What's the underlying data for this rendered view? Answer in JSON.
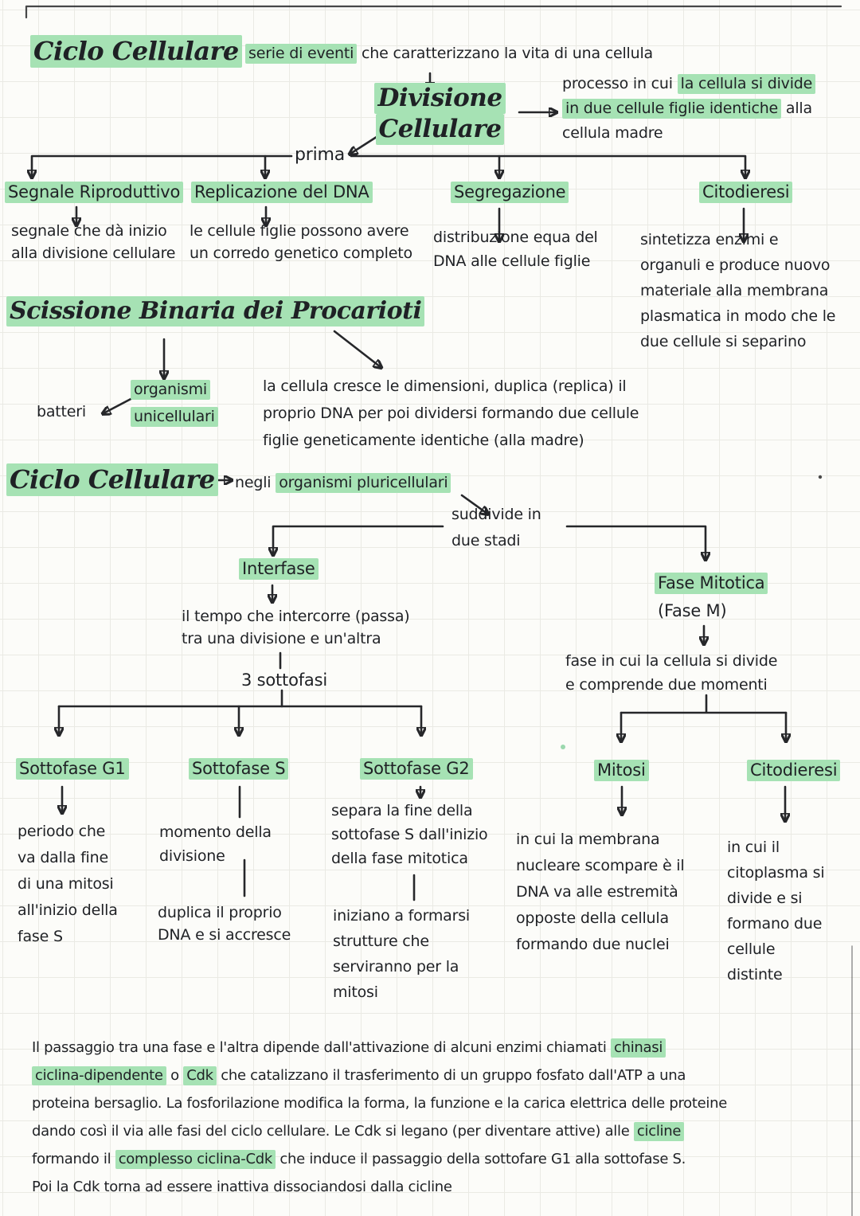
{
  "page": {
    "paper_color": "#fcfcf9",
    "grid_color": "#eaeae4",
    "ink_color": "#26272a",
    "highlight_color": "#a6e2b4"
  },
  "nodes": {
    "ciclo1": "Ciclo Cellulare",
    "serie": [
      {
        "t": "serie di eventi",
        "hl": true
      },
      {
        "t": " che caratterizzano la vita di una cellula"
      }
    ],
    "divisione": "Divisione\nCellulare",
    "processo": [
      {
        "t": "processo in cui "
      },
      {
        "t": "la cellula si divide",
        "hl": true
      },
      {
        "t": "\n"
      },
      {
        "t": "in due cellule figlie identiche",
        "hl": true
      },
      {
        "t": " alla\ncellula madre"
      }
    ],
    "prima": "prima",
    "h_segnale": "Segnale Riproduttivo",
    "h_replicazione": "Replicazione del DNA",
    "h_segregazione": "Segregazione",
    "h_citodieresi": "Citodieresi",
    "d_segnale": "segnale che dà inizio\nalla divisione cellulare",
    "d_replicazione": "le cellule figlie possono avere\nun corredo genetico completo",
    "d_segregazione": "distribuzione equa del\nDNA alle cellule figlie",
    "d_citodieresi": "sintetizza enzimi e\norganuli e produce nuovo\nmateriale alla membrana\nplasmatica in modo che le\ndue cellule si separino",
    "scissione": "Scissione Binaria dei Procarioti",
    "batteri": "batteri",
    "organismi": "organismi\nunicellulari",
    "scissione_desc": "la cellula cresce le dimensioni, duplica (replica) il\nproprio DNA per poi dividersi formando due cellule\nfiglie geneticamente identiche (alla madre)",
    "ciclo2": "Ciclo Cellulare",
    "pluricellulari": [
      {
        "t": "negli "
      },
      {
        "t": "organismi pluricellulari",
        "hl": true
      }
    ],
    "suddivide": "suddivide in\ndue stadi",
    "interfase": "Interfase",
    "interfase_desc": "il tempo che intercorre (passa)\ntra una divisione e un'altra",
    "tre_sottofasi": "3 sottofasi",
    "h_g1": "Sottofase G1",
    "h_s": "Sottofase S",
    "h_g2": "Sottofase G2",
    "fase_mitotica": "Fase Mitotica",
    "fase_m": "(Fase M)",
    "fasem_desc": "fase in cui la cellula si divide\ne comprende due momenti",
    "h_mitosi": "Mitosi",
    "h_citodieresi2": "Citodieresi",
    "d_g1": "periodo che\nva dalla fine\ndi una mitosi\nall'inizio della\nfase S",
    "d_s_1": "momento della\ndivisione",
    "d_s_2": "duplica il proprio\nDNA e si accresce",
    "d_g2_1": "separa la fine della\nsottofase S dall'inizio\ndella fase mitotica",
    "d_g2_2": "iniziano a formarsi\nstrutture che\nserviranno per la\nmitosi",
    "d_mitosi": "in cui la membrana\nnucleare scompare è il\nDNA va alle estremità\nopposte della cellula\nformando due nuclei",
    "d_citodieresi2": "in cui il\ncitoplasma si\ndivide e si\nformano due\ncellule\ndistinte",
    "paragraph": [
      {
        "t": "Il passaggio tra una fase e l'altra dipende dall'attivazione di alcuni enzimi chiamati "
      },
      {
        "t": "chinasi\nciclina-dipendente",
        "hl": true
      },
      {
        "t": " o "
      },
      {
        "t": "Cdk",
        "hl": true
      },
      {
        "t": " che catalizzano il trasferimento di un gruppo fosfato dall'ATP a una\nproteina bersaglio. La fosforilazione modifica la forma, la funzione e la carica elettrica delle proteine\ndando così il via alle fasi del ciclo cellulare. Le Cdk si legano (per diventare attive) alle "
      },
      {
        "t": "cicline",
        "hl": true
      },
      {
        "t": "\nformando il "
      },
      {
        "t": "complesso ciclina-Cdk",
        "hl": true
      },
      {
        "t": " che induce il passaggio della sottofare G1 alla sottofase S.\nPoi la Cdk torna ad essere inattiva dissociandosi dalla cicline"
      }
    ]
  }
}
